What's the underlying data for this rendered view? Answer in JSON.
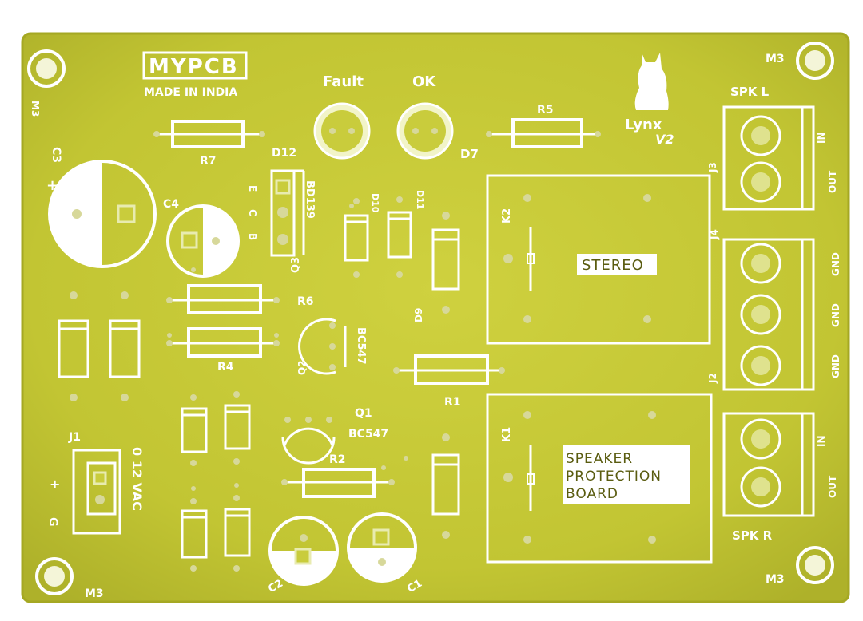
{
  "board": {
    "brand": "MYPCB",
    "made_in": "MADE IN INDIA",
    "logo_name": "Lynx",
    "logo_version": "V2",
    "logo_icon": "cat-silhouette-icon"
  },
  "labels": {
    "fault": "Fault",
    "ok": "OK",
    "r1": "R1",
    "r2": "R2",
    "r4": "R4",
    "r5": "R5",
    "r6": "R6",
    "r7": "R7",
    "c1": "C1",
    "c2": "C2",
    "c3": "C3",
    "c4": "C4",
    "d7": "D7",
    "d9": "D9",
    "d10": "D10",
    "d11": "D11",
    "d12": "D12",
    "q1": "Q1",
    "q2": "Q2",
    "q3": "Q3",
    "bc547_q1": "BC547",
    "bc547_q2": "BC547",
    "bd139": "BD139",
    "ecb": [
      "E",
      "C",
      "B"
    ],
    "j1": "J1",
    "j2": "J2",
    "j3": "J3",
    "j4": "J4",
    "k1": "K1",
    "k2": "K2",
    "m3": "M3",
    "spk_l": "SPK L",
    "spk_r": "SPK R",
    "out": "OUT",
    "in": "IN",
    "gnd": "GND",
    "stereo": "STEREO",
    "speaker_lines": [
      "SPEAKER",
      "PROTECTION",
      "BOARD"
    ],
    "ac_input": "0 12 VAC",
    "plus": "+",
    "g": "G"
  },
  "colors": {
    "board": "#c9cc3c",
    "board_edge": "#b4b72a",
    "silkscreen": "#ffffff",
    "hole": "#d7d89a"
  }
}
